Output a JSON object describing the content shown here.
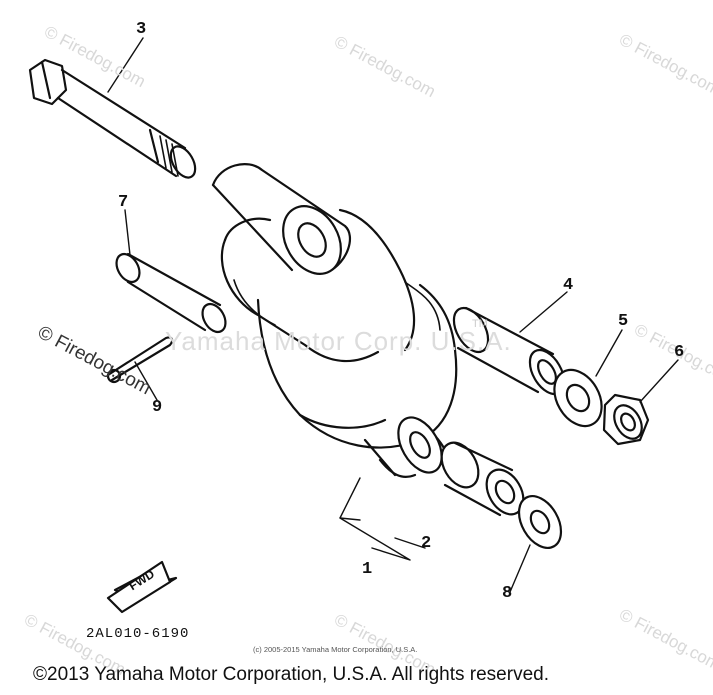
{
  "watermark_text": "© Firedog.com",
  "center_watermark": "Yamaha Motor Corp. U.S.A.",
  "trademark": "TM",
  "callouts": [
    "3",
    "7",
    "4",
    "5",
    "6",
    "9",
    "2",
    "1",
    "8"
  ],
  "fwd_label": "FWD",
  "part_code": "2AL010-6190",
  "small_copyright": "(c) 2005-2015 Yamaha Motor Corporation, U.S.A.",
  "footer": "©2013 Yamaha Motor Corporation, U.S.A. All rights reserved."
}
